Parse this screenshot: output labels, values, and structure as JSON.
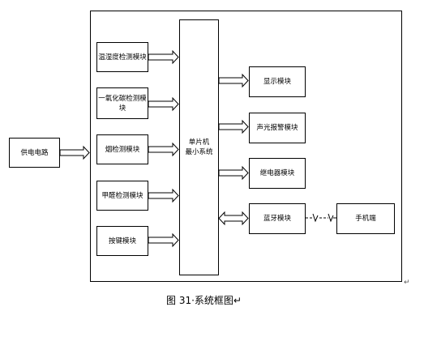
{
  "diagram": {
    "power_circuit": "供电电路",
    "temp_humidity_module": "温湿度检测模块",
    "co_module_line1": "一氧化碳检测模",
    "co_module_line2": "块",
    "smoke_module": "烟检测模块",
    "formaldehyde_module": "甲醛检测模块",
    "key_module": "按键模块",
    "mcu_line1": "单片机",
    "mcu_line2": "最小系统",
    "display_module": "显示模块",
    "alarm_module": "声光报警模块",
    "relay_module": "继电器模块",
    "bluetooth_module": "蓝牙模块",
    "phone": "手机端"
  },
  "caption": "图 31·系统框图↵",
  "paragraph_mark": "↵"
}
